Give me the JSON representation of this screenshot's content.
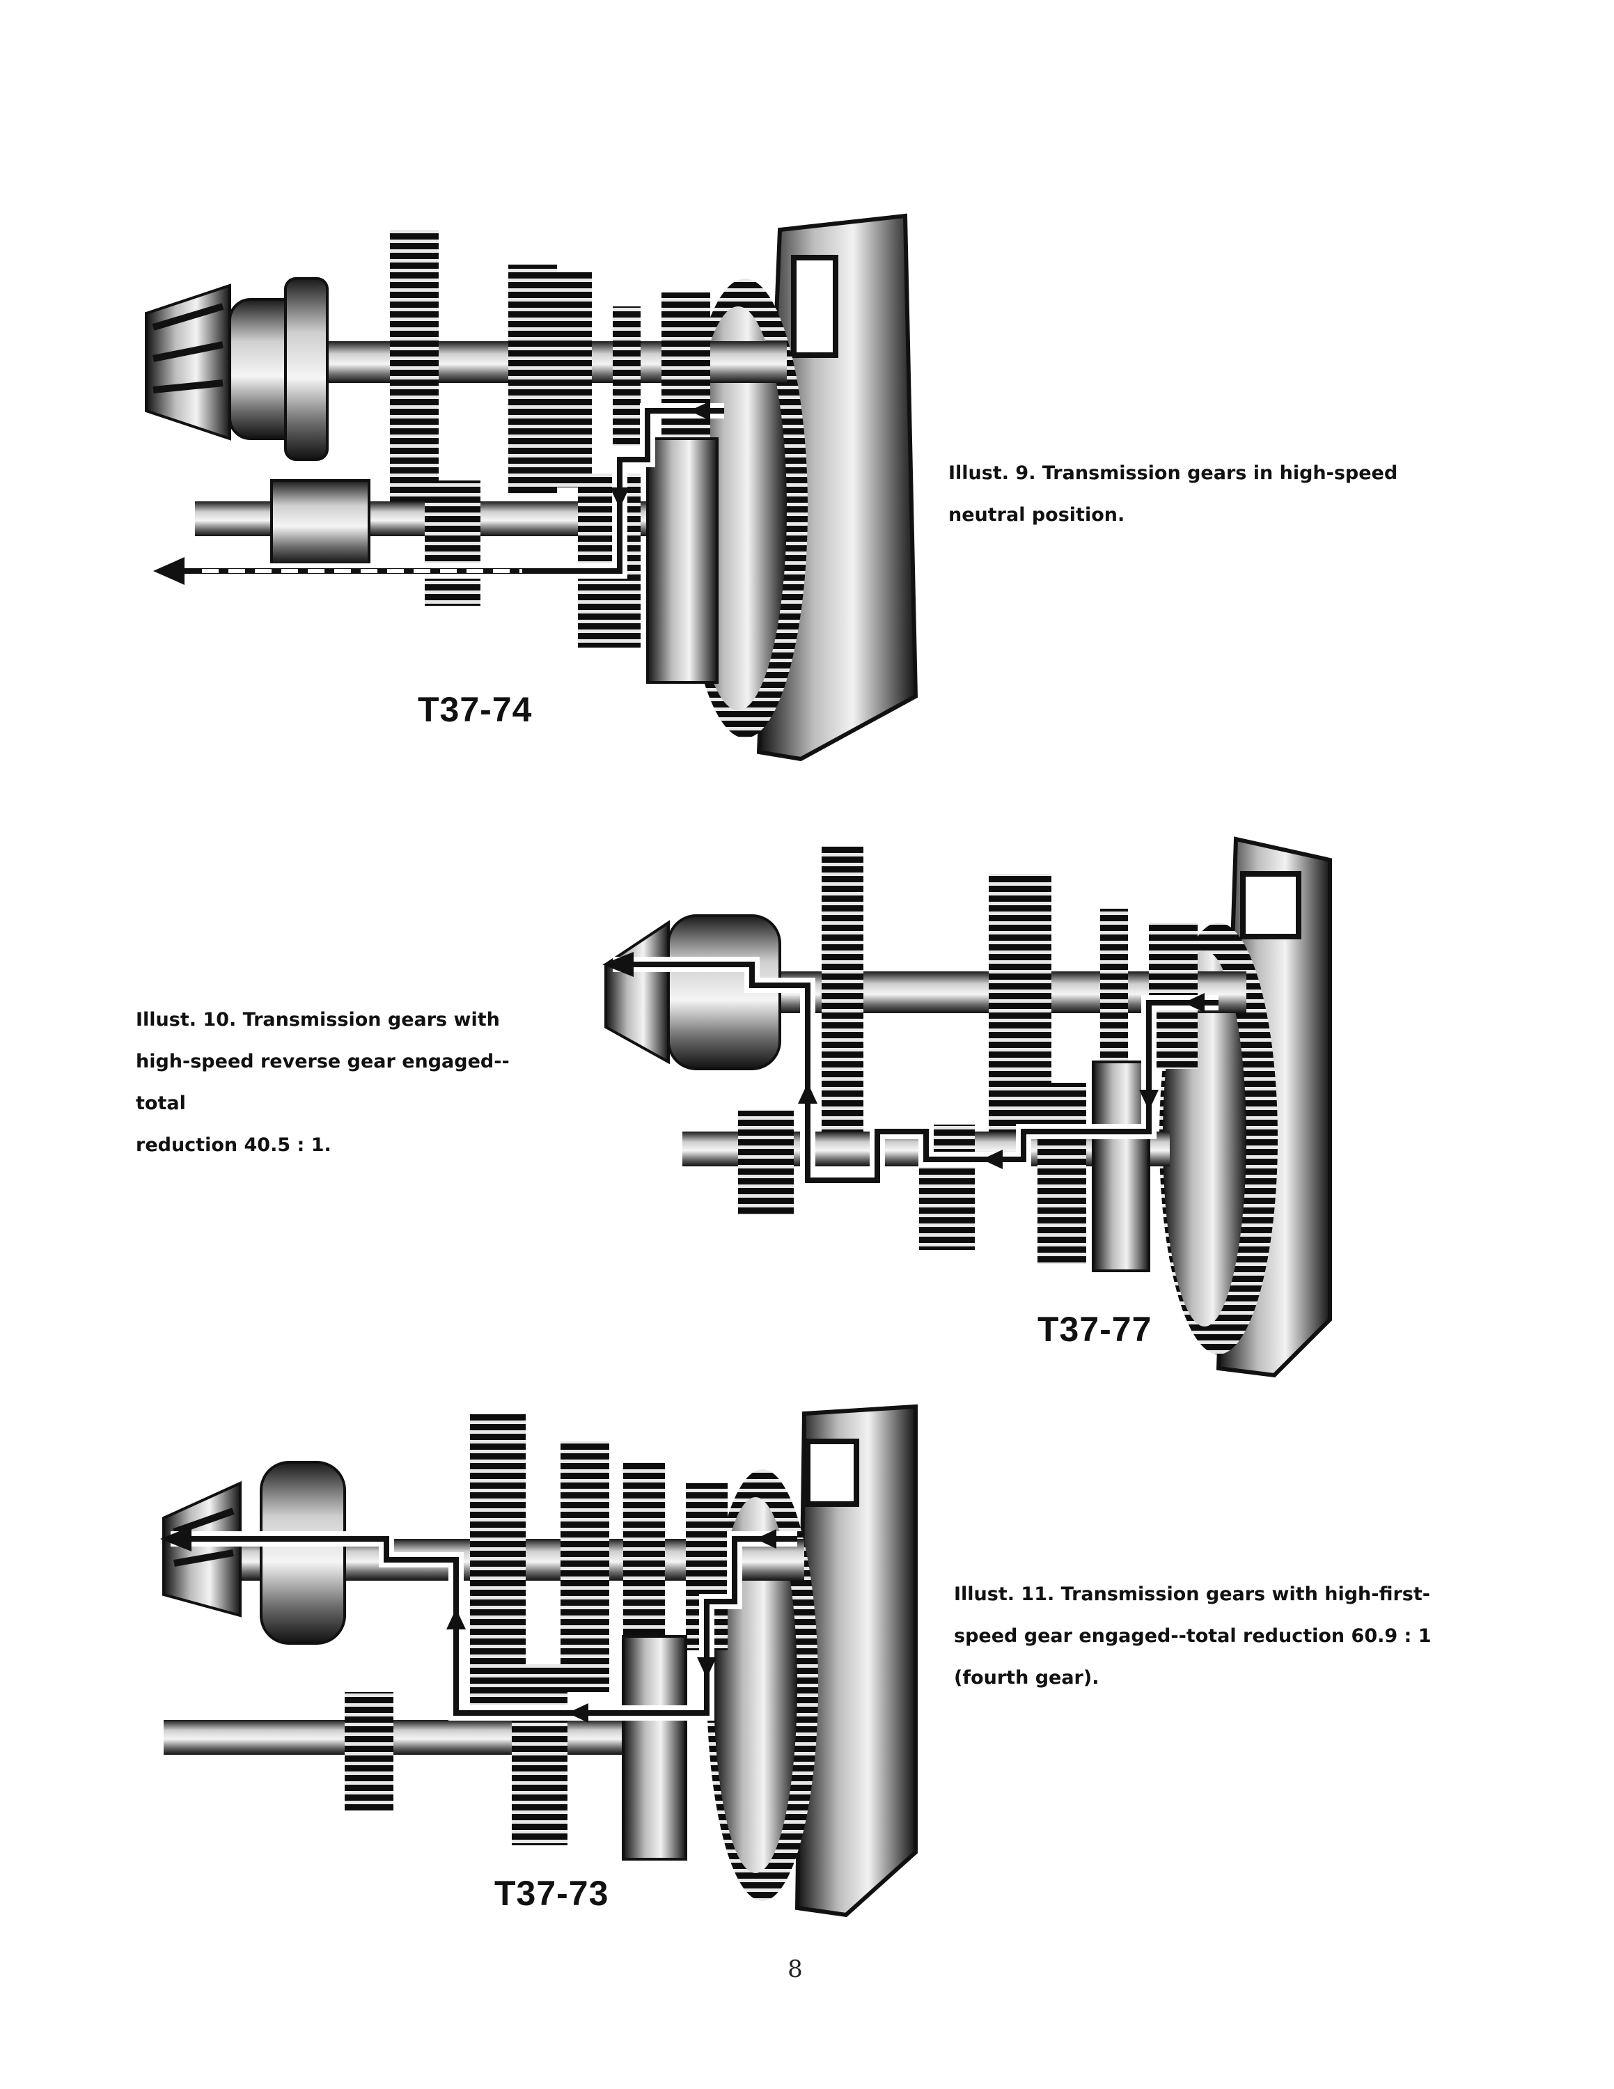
{
  "figures": [
    {
      "id": "T37-74",
      "caption_lines": [
        "Illust. 9.  Transmission gears in high-speed",
        "neutral position."
      ]
    },
    {
      "id": "T37-77",
      "caption_lines": [
        "Illust. 10.  Transmission gears with",
        "high-speed reverse gear engaged--total",
        "reduction 40.5 : 1."
      ]
    },
    {
      "id": "T37-73",
      "caption_lines": [
        "Illust. 11.  Transmission gears with high-first-",
        "speed gear engaged--total reduction 60.9 : 1",
        "(fourth gear)."
      ]
    }
  ],
  "page_number": "8"
}
